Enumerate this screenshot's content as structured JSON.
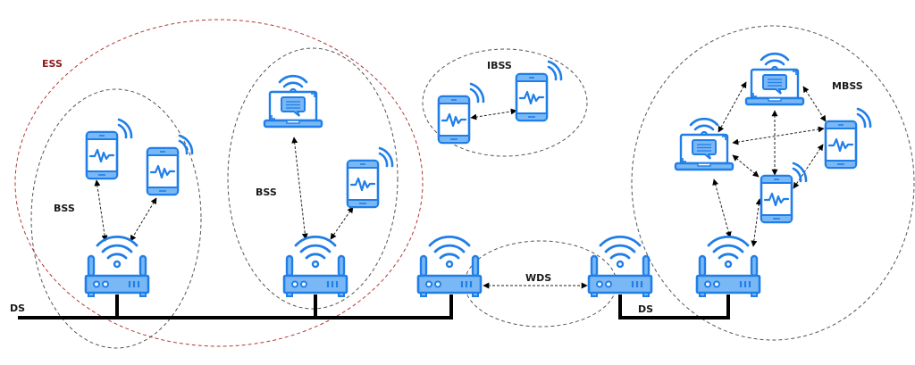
{
  "diagram": {
    "title": "Wireless network topology: ESS, BSS, IBSS, WDS, MBSS",
    "labels": {
      "ess": "ESS",
      "bss_left": "BSS",
      "bss_right": "BSS",
      "ibss": "IBSS",
      "mbss": "MBSS",
      "wds": "WDS",
      "ds_left": "DS",
      "ds_right": "DS"
    },
    "colors": {
      "icon_blue": "#1f7ee8",
      "icon_fill": "#7ab8f5",
      "ess_border": "#b23a3a",
      "group_border": "#555555",
      "wire": "#000000",
      "text": "#1a1a1a",
      "ess_text": "#8b1a1a"
    },
    "groups": [
      {
        "id": "ess",
        "label": "ESS",
        "members": [
          "bss-1",
          "bss-2"
        ]
      },
      {
        "id": "bss-1",
        "label": "BSS",
        "members": [
          "phone-1",
          "phone-2",
          "ap-1"
        ]
      },
      {
        "id": "bss-2",
        "label": "BSS",
        "members": [
          "laptop-1",
          "phone-3",
          "ap-2"
        ]
      },
      {
        "id": "ibss",
        "label": "IBSS",
        "members": [
          "phone-4",
          "phone-5"
        ]
      },
      {
        "id": "wds",
        "label": "WDS",
        "members": [
          "ap-3",
          "ap-4"
        ]
      },
      {
        "id": "mbss",
        "label": "MBSS",
        "members": [
          "laptop-2",
          "laptop-3",
          "phone-6",
          "phone-7",
          "ap-5"
        ]
      }
    ],
    "nodes": [
      {
        "id": "phone-1",
        "type": "phone-icon"
      },
      {
        "id": "phone-2",
        "type": "phone-icon"
      },
      {
        "id": "ap-1",
        "type": "router-icon"
      },
      {
        "id": "laptop-1",
        "type": "laptop-icon"
      },
      {
        "id": "phone-3",
        "type": "phone-icon"
      },
      {
        "id": "ap-2",
        "type": "router-icon"
      },
      {
        "id": "phone-4",
        "type": "phone-icon"
      },
      {
        "id": "phone-5",
        "type": "phone-icon"
      },
      {
        "id": "ap-3",
        "type": "router-icon"
      },
      {
        "id": "ap-4",
        "type": "router-icon"
      },
      {
        "id": "laptop-2",
        "type": "laptop-icon"
      },
      {
        "id": "laptop-3",
        "type": "laptop-icon"
      },
      {
        "id": "phone-6",
        "type": "phone-icon"
      },
      {
        "id": "phone-7",
        "type": "phone-icon"
      },
      {
        "id": "ap-5",
        "type": "router-icon"
      }
    ],
    "links": [
      {
        "from": "phone-1",
        "to": "ap-1"
      },
      {
        "from": "phone-2",
        "to": "ap-1"
      },
      {
        "from": "laptop-1",
        "to": "ap-2"
      },
      {
        "from": "phone-3",
        "to": "ap-2"
      },
      {
        "from": "phone-4",
        "to": "phone-5"
      },
      {
        "from": "ap-3",
        "to": "ap-4",
        "label": "WDS"
      },
      {
        "from": "laptop-2",
        "to": "laptop-3"
      },
      {
        "from": "laptop-2",
        "to": "phone-6"
      },
      {
        "from": "laptop-2",
        "to": "phone-7"
      },
      {
        "from": "laptop-3",
        "to": "phone-6"
      },
      {
        "from": "laptop-3",
        "to": "phone-7"
      },
      {
        "from": "phone-6",
        "to": "phone-7"
      },
      {
        "from": "laptop-3",
        "to": "ap-5"
      },
      {
        "from": "phone-7",
        "to": "ap-5"
      }
    ],
    "wired": [
      {
        "label": "DS",
        "connects": [
          "ap-1",
          "ap-2",
          "ap-3"
        ]
      },
      {
        "label": "DS",
        "connects": [
          "ap-4",
          "ap-5"
        ]
      }
    ]
  }
}
